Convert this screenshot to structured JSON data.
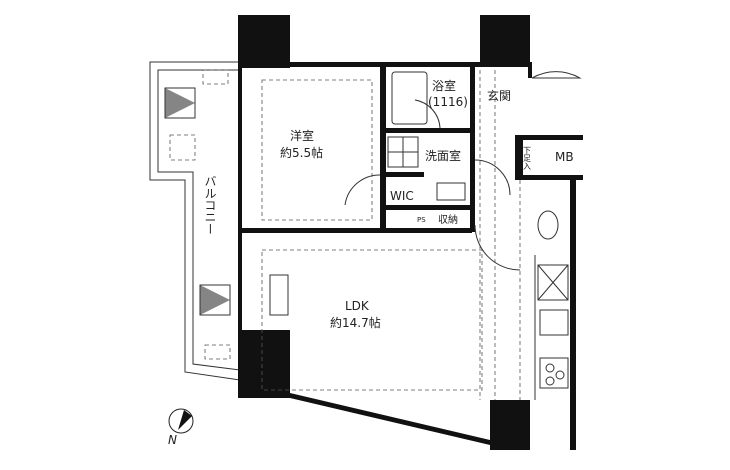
{
  "rooms": {
    "western": {
      "name": "洋室",
      "size": "約5.5帖"
    },
    "bath": {
      "name": "浴室",
      "size": "(1116)"
    },
    "entrance": {
      "name": "玄関"
    },
    "washroom": {
      "name": "洗面室"
    },
    "wic": {
      "name": "WIC"
    },
    "ps": {
      "name": "PS"
    },
    "storage": {
      "name": "収納"
    },
    "shoe": {
      "name": "下足入"
    },
    "mb": {
      "name": "MB"
    },
    "ldk": {
      "name": "LDK",
      "size": "約14.7帖"
    },
    "balcony": {
      "name": "バルコニー"
    }
  },
  "compass": {
    "label": "N"
  }
}
